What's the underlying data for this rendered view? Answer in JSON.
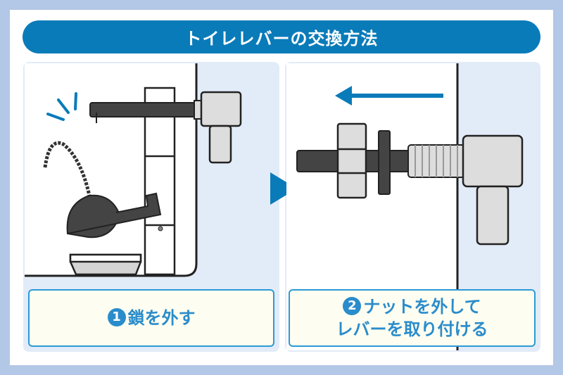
{
  "title": "トイレレバーの交換方法",
  "steps": [
    {
      "number": "1",
      "text": "鎖を外す"
    },
    {
      "number": "2",
      "line1": "ナットを外して",
      "line2": "レバーを取り付ける"
    }
  ],
  "colors": {
    "accent": "#0a7bb9",
    "caption_text": "#2a8ccb",
    "panel_bg": "#e2ebf8",
    "border": "#b3c7e6"
  }
}
